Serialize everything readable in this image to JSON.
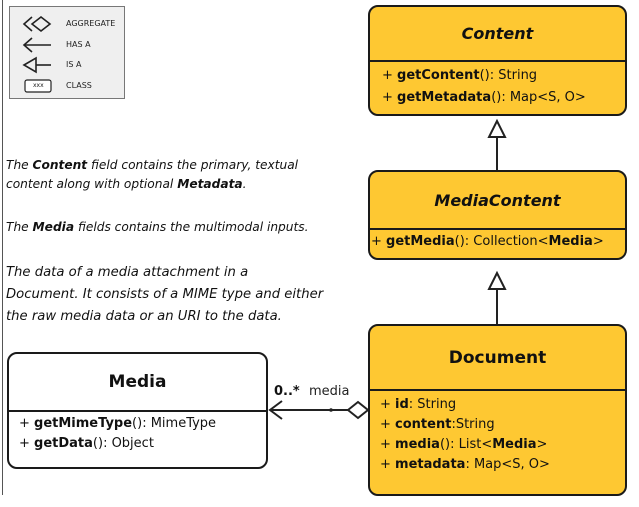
{
  "legend": {
    "aggregate": "AGGREGATE",
    "has_a": "HAS A",
    "is_a": "IS A",
    "class_sample": "xxx",
    "class": "CLASS"
  },
  "descriptions": {
    "content_prefix": "The ",
    "content_bold": "Content",
    "content_mid": " field contains the primary, textual",
    "content_line2a": " content along with optional ",
    "content_bold2": "Metadata",
    "content_end": ".",
    "media_prefix": "The ",
    "media_bold": "Media",
    "media_rest": " fields contains the multimodal inputs.",
    "attachment_line1": "The data of a media attachment in a",
    "attachment_line2": "Document. It consists of a MIME type and either",
    "attachment_line3": "the raw media data or an URI to the data."
  },
  "content_class": {
    "name": "Content",
    "m1_prefix": "+ ",
    "m1_name": "getContent",
    "m1_rest": "(): String",
    "m2_prefix": "+ ",
    "m2_name": "getMetadata",
    "m2_rest": "(): Map<S, O>"
  },
  "media_content_class": {
    "name": "MediaContent",
    "m1_prefix": "+ ",
    "m1_name": "getMedia",
    "m1_mid": "(): Collection<",
    "m1_type": "Media",
    "m1_end": ">"
  },
  "document_class": {
    "name": "Document",
    "f1_prefix": "+ ",
    "f1_name": "id",
    "f1_rest": ": String",
    "f2_prefix": "+ ",
    "f2_name": "content",
    "f2_rest": ":String",
    "f3_prefix": "+ ",
    "f3_name": "media",
    "f3_mid": "(): List<",
    "f3_type": "Media",
    "f3_end": ">",
    "f4_prefix": "+ ",
    "f4_name": "metadata",
    "f4_rest": ": Map<S, O>"
  },
  "media_class": {
    "name": "Media",
    "m1_prefix": "+ ",
    "m1_name": "getMimeType",
    "m1_rest": "(): MimeType",
    "m2_prefix": "+ ",
    "m2_name": "getData",
    "m2_rest": "(): Object"
  },
  "association": {
    "multiplicity": "0..*",
    "role": "media"
  },
  "colors": {
    "class_fill": "#fec832",
    "border": "#1a1a1a",
    "legend_bg": "#efefef"
  }
}
